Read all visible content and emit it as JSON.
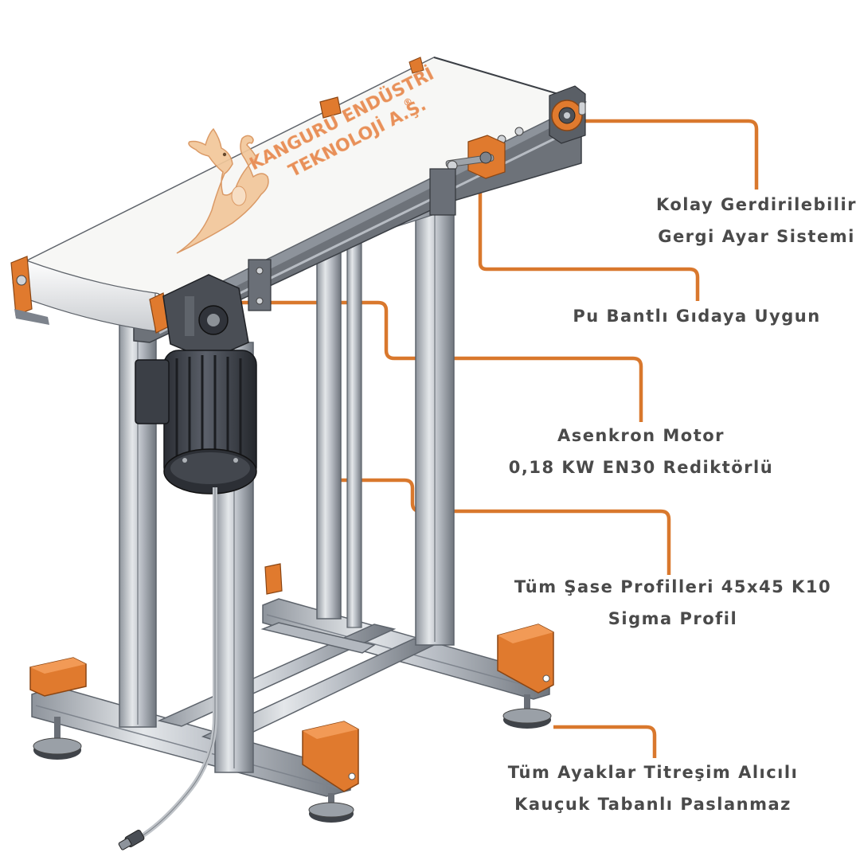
{
  "brand": {
    "line1": "KANGURU ENDÜSTRİ",
    "line2": "TEKNOLOJİ A.Ş.",
    "registered_mark": "®",
    "logo_icon": "kangaroo-logo-icon"
  },
  "callouts": {
    "tension": {
      "line1": "Kolay Gerdirilebilir",
      "line2": "Gergi Ayar Sistemi"
    },
    "belt": {
      "line1": "Pu Bantlı Gıdaya Uygun"
    },
    "motor": {
      "line1": "Asenkron Motor",
      "line2": "0,18 KW EN30 Rediktörlü"
    },
    "profile": {
      "line1": "Tüm Şase Profilleri 45x45 K10",
      "line2": "Sigma Profil"
    },
    "feet": {
      "line1": "Tüm Ayaklar Titreşim Alıcılı",
      "line2": "Kauçuk Tabanlı Paslanmaz"
    }
  },
  "colors": {
    "leader": "#d9782d",
    "text": "#4a4a4a",
    "profile": "#c9cdd3",
    "profile_dark": "#7d838c",
    "bracket": "#e07a2e",
    "motor": "#3c4048",
    "belt": "#f7f7f5",
    "logo_fill": "#f2c79a"
  }
}
